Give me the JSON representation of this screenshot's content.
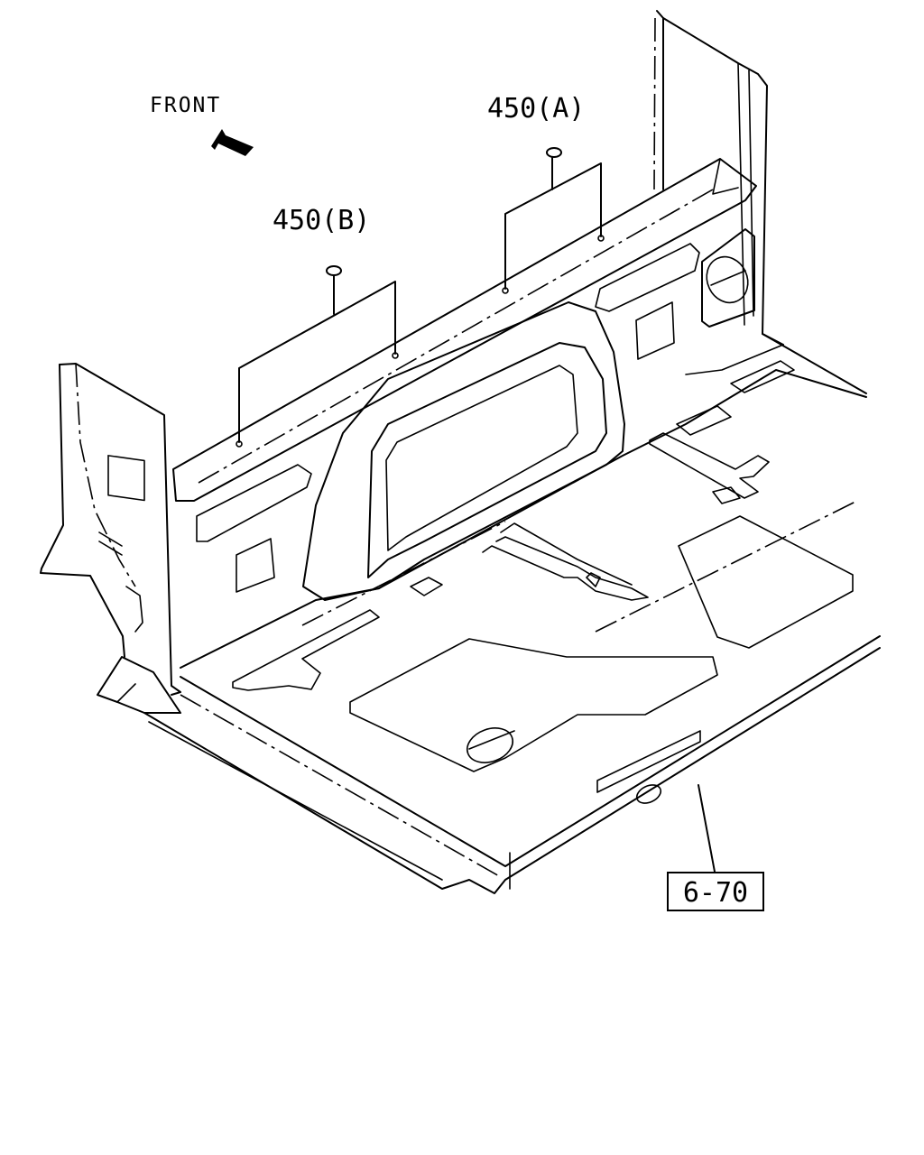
{
  "diagram": {
    "front_label": "FRONT",
    "callouts": [
      {
        "id": "450A",
        "label": "450(A)"
      },
      {
        "id": "450B",
        "label": "450(B)"
      }
    ],
    "reference_box": {
      "label": "6-70"
    },
    "icons": {
      "direction_arrow": "front-arrow-icon"
    }
  }
}
